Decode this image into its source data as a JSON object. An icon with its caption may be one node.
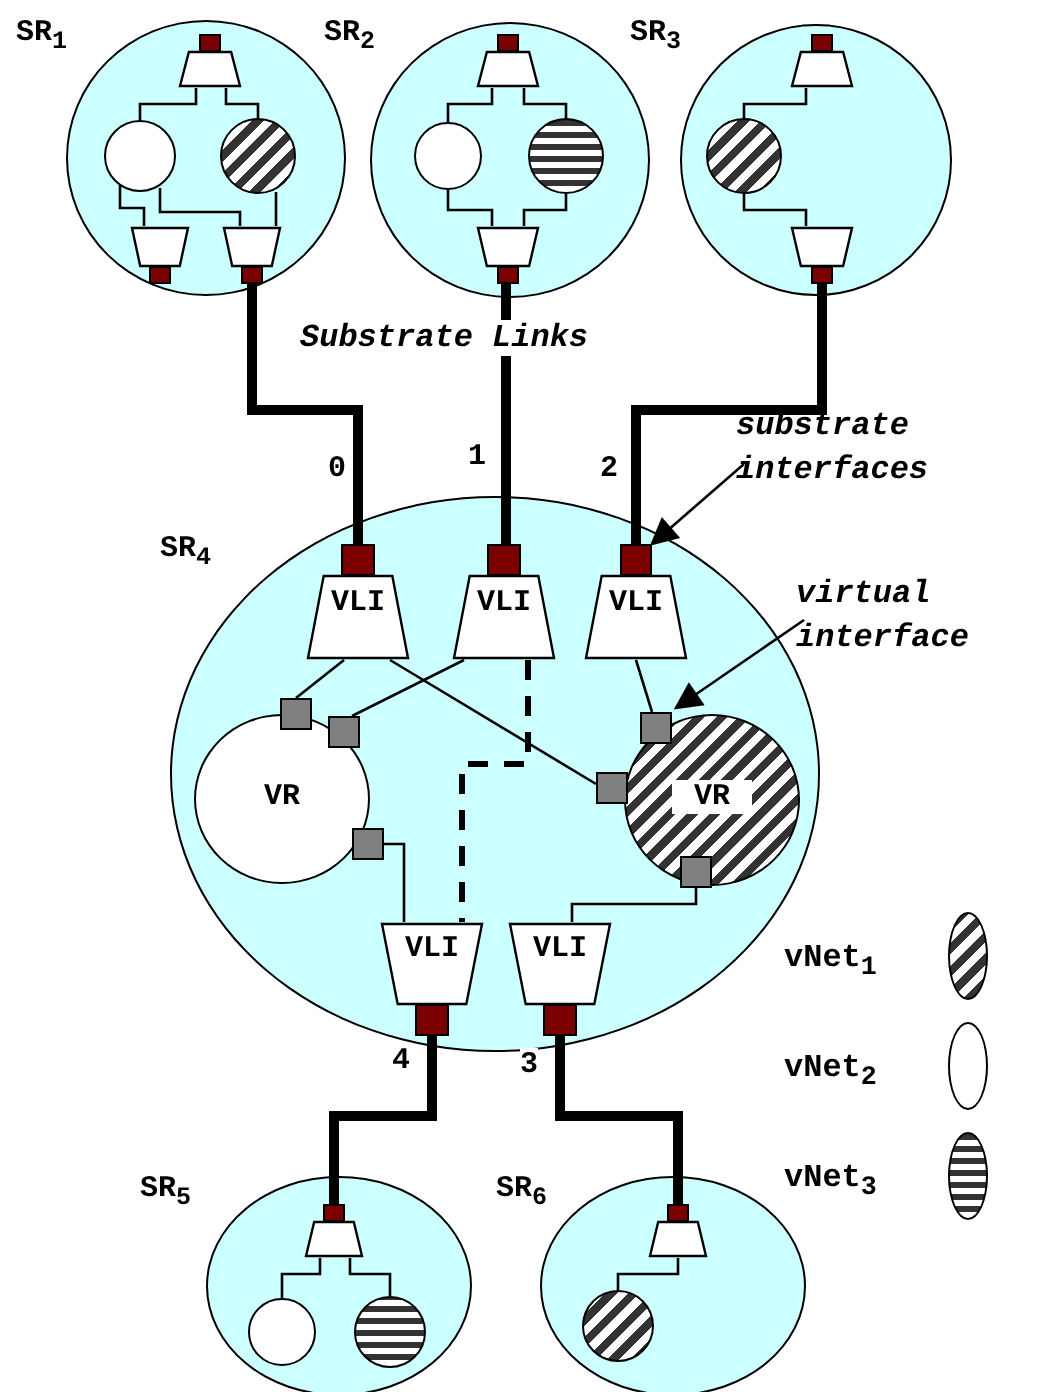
{
  "diagram": {
    "nodes": [
      {
        "text": [
          "SR$_{1}$"
        ]
      },
      {
        "text": [],
        "shape": "trapezoid",
        "in": 0
      },
      {
        "text": [],
        "shape": "circle",
        "in": 0
      },
      {
        "text": [],
        "shape": "circle",
        "in": 0
      },
      {
        "text": [],
        "shape": "trapezoid",
        "in": 0
      },
      {
        "text": [],
        "shape": "trapezoid",
        "in": 0
      },
      {
        "text": [
          "SR$_{2}$"
        ]
      },
      {
        "text": [],
        "shape": "trapezoid",
        "in": 6
      },
      {
        "text": [],
        "shape": "circle",
        "in": 6
      },
      {
        "text": [],
        "shape": "circle",
        "in": 6
      },
      {
        "text": [],
        "shape": "trapezoid",
        "in": 6
      },
      {
        "text": [
          "SR$_{3}$"
        ]
      },
      {
        "text": [],
        "shape": "trapezoid",
        "in": 11
      },
      {
        "text": [],
        "shape": "circle",
        "in": 11
      },
      {
        "text": [],
        "shape": "trapezoid",
        "in": 11
      },
      {
        "text": [
          "SR$_{4}$"
        ]
      },
      {
        "text": [
          "VLI"
        ],
        "in": 15
      },
      {
        "text": [
          "VLI"
        ],
        "in": 15
      },
      {
        "text": [
          "VLI"
        ],
        "in": 15
      },
      {
        "text": [
          "VR"
        ],
        "in": 15
      },
      {
        "text": [
          "VR"
        ],
        "in": 15
      },
      {
        "text": [
          "VLI"
        ],
        "in": 15
      },
      {
        "text": [
          "VLI"
        ],
        "in": 15
      },
      {
        "text": [
          "SR$_{5}$"
        ]
      },
      {
        "text": [],
        "shape": "trapezoid",
        "in": 23
      },
      {
        "text": [],
        "shape": "circle",
        "in": 23
      },
      {
        "text": [],
        "shape": "circle",
        "in": 23
      },
      {
        "text": [
          "SR$_{6}$"
        ]
      },
      {
        "text": [],
        "shape": "trapezoid",
        "in": 27
      },
      {
        "text": [],
        "shape": "circle",
        "in": 27
      },
      {
        "text": [
          "substrate interfaces"
        ]
      },
      {
        "text": [],
        "shape": "box",
        "in": 15
      },
      {
        "text": [
          "virtual interface"
        ]
      },
      {
        "text": [],
        "shape": "box",
        "in": 20
      },
      {
        "text": [],
        "shape": "box",
        "in": 15
      },
      {
        "text": [],
        "shape": "box",
        "in": 19
      },
      {
        "text": [],
        "shape": "box",
        "in": 15
      },
      {
        "text": [],
        "shape": "box",
        "in": 15
      },
      {
        "text": [],
        "shape": "box",
        "in": 20
      }
    ],
    "edges": [
      {
        "from": 5,
        "to": 16,
        "arrow": "none",
        "label": "0",
        "style": "thick"
      },
      {
        "from": 10,
        "to": 17,
        "arrow": "none",
        "label": "1",
        "style": "thick"
      },
      {
        "from": 14,
        "to": 31,
        "arrow": "none",
        "label": "2",
        "style": "thick"
      },
      {
        "from": 21,
        "to": 24,
        "arrow": "none",
        "label": "4",
        "style": "thick"
      },
      {
        "from": 22,
        "to": 28,
        "arrow": "none",
        "label": "3",
        "style": "thick"
      },
      {
        "from": 1,
        "to": 2,
        "arrow": "none"
      },
      {
        "from": 1,
        "to": 3,
        "arrow": "none"
      },
      {
        "from": 2,
        "to": 4,
        "arrow": "none"
      },
      {
        "from": 2,
        "to": 5,
        "arrow": "none"
      },
      {
        "from": 3,
        "to": 5,
        "arrow": "none"
      },
      {
        "from": 7,
        "to": 8,
        "arrow": "none"
      },
      {
        "from": 7,
        "to": 9,
        "arrow": "none"
      },
      {
        "from": 8,
        "to": 10,
        "arrow": "none"
      },
      {
        "from": 9,
        "to": 10,
        "arrow": "none"
      },
      {
        "from": 12,
        "to": 13,
        "arrow": "none"
      },
      {
        "from": 13,
        "to": 14,
        "arrow": "none"
      },
      {
        "from": 16,
        "to": 34,
        "arrow": "none"
      },
      {
        "from": 17,
        "to": 35,
        "arrow": "none"
      },
      {
        "from": 16,
        "to": 37,
        "arrow": "none"
      },
      {
        "from": 18,
        "to": 33,
        "arrow": "none"
      },
      {
        "from": 36,
        "to": 21,
        "arrow": "none"
      },
      {
        "from": 38,
        "to": 22,
        "arrow": "none"
      },
      {
        "from": 17,
        "to": 21,
        "arrow": "none",
        "style": "dashed"
      },
      {
        "from": 24,
        "to": 25,
        "arrow": "none"
      },
      {
        "from": 24,
        "to": 26,
        "arrow": "none"
      },
      {
        "from": 28,
        "to": 29,
        "arrow": "none"
      },
      {
        "from": 30,
        "to": 31,
        "arrow": "to"
      },
      {
        "from": 32,
        "to": 33,
        "arrow": "to"
      }
    ],
    "labels": [
      "Substrate Links"
    ],
    "legend": [
      {
        "text": "vNet$_{1}$"
      },
      {
        "text": "vNet$_{2}$"
      },
      {
        "text": "vNet$_{3}$"
      }
    ]
  }
}
